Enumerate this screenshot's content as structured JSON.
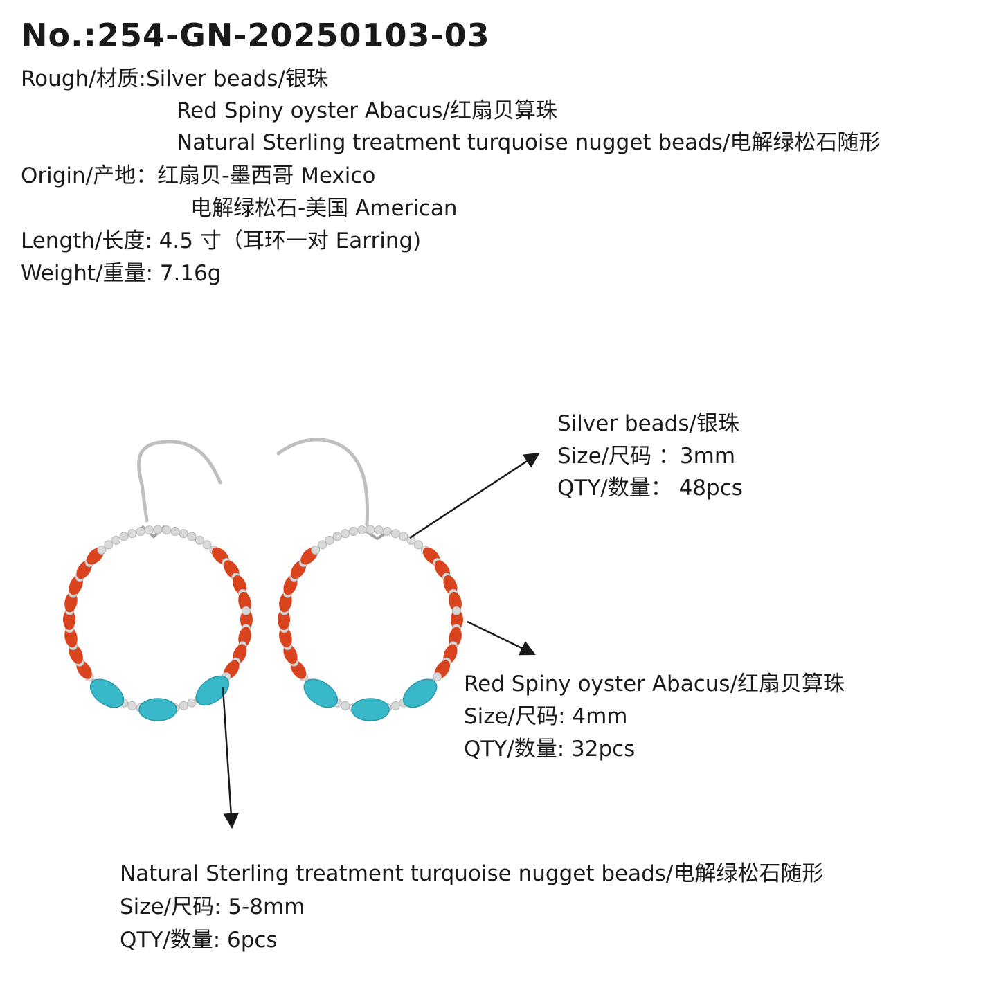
{
  "header": {
    "product_no": "No.:254-GN-20250103-03",
    "rough_line1": "Rough/材质:Silver beads/银珠",
    "rough_line2": "Red Spiny oyster Abacus/红扇贝算珠",
    "rough_line3": "Natural Sterling treatment turquoise nugget beads/电解绿松石随形",
    "origin_line1": "Origin/产地：红扇贝-墨西哥 Mexico",
    "origin_line2": "电解绿松石-美国 American",
    "length": "Length/长度: 4.5 寸（耳环一对 Earring)",
    "weight": "Weight/重量: 7.16g"
  },
  "callouts": {
    "silver": {
      "name": "Silver beads/银珠",
      "size": "Size/尺码 ：3mm",
      "qty": "QTY/数量： 48pcs"
    },
    "spiny": {
      "name": "Red Spiny oyster Abacus/红扇贝算珠",
      "size": "Size/尺码: 4mm",
      "qty": "QTY/数量: 32pcs"
    },
    "turquoise": {
      "name": "Natural Sterling treatment turquoise nugget beads/电解绿松石随形",
      "size": "Size/尺码: 5-8mm",
      "qty": "QTY/数量: 6pcs"
    }
  },
  "colors": {
    "silver": "#d9d9d9",
    "spiny_red": "#d9441e",
    "turquoise": "#38b8c8",
    "text": "#1a1a1a"
  }
}
